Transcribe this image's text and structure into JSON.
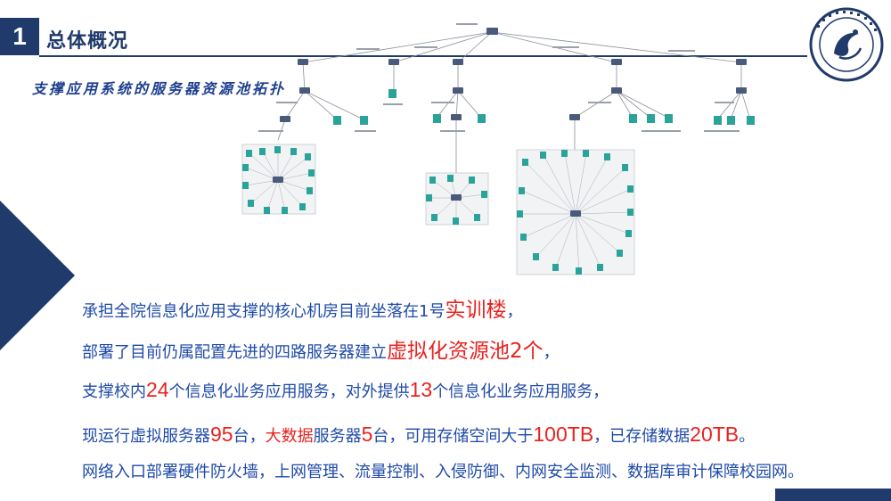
{
  "header": {
    "section_number": "1",
    "section_title": "总体概况"
  },
  "topology": {
    "caption": "支撑应用系统的服务器资源池拓扑"
  },
  "body": {
    "line1": {
      "pre": "承担全院信息化应用支撑的核心机房目前坐落在1号",
      "highlight": "实训楼",
      "post": "，"
    },
    "line2": {
      "pre": "部署了目前仍属配置先进的四路服务器建立",
      "highlight": "虚拟化资源池2个",
      "post": "，"
    },
    "line3": {
      "pre": "支撑校内",
      "num1": "24",
      "mid": "个信息化业务应用服务，对外提供",
      "num2": "13",
      "post": "个信息化业务应用服务，"
    },
    "line4": {
      "p1": "现运行虚拟服务器",
      "n1": "95",
      "p2": "台，",
      "h1": "大数据",
      "p3": "服务器",
      "n2": "5",
      "p4": "台，可用存储空间大于",
      "n3": "100TB",
      "p5": "，已存储数据",
      "n4": "20TB",
      "p6": "。"
    },
    "line5": {
      "text": "网络入口部署硬件防火墙，上网管理、流量控制、入侵防御、内网安全监测、数据库审计保障校园网。"
    }
  },
  "colors": {
    "navy": "#1f3a6b",
    "text_blue": "#1f4aa8",
    "highlight_red": "#e8231f",
    "node_teal": "#2aa39a"
  },
  "icons": [
    "school-logo",
    "network-topology-diagram",
    "triangle-decoration"
  ]
}
